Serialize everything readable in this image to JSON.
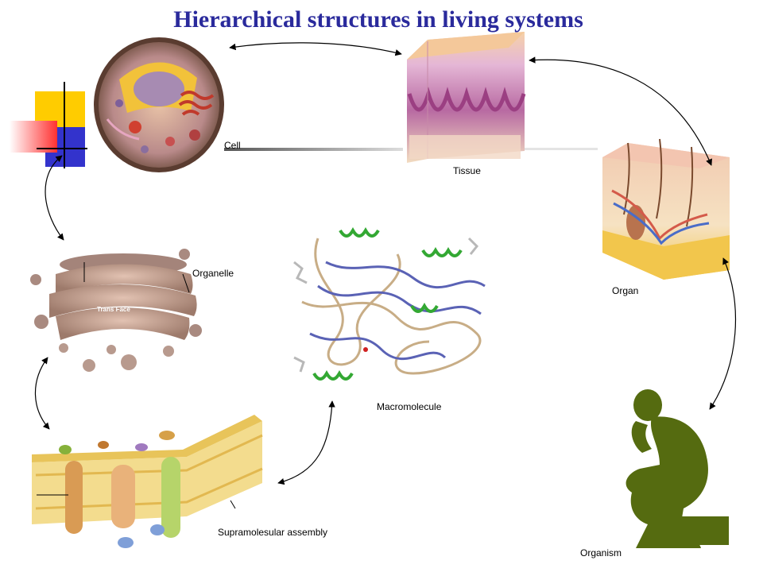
{
  "title": "Hierarchical structures in living systems",
  "labels": {
    "cell": "Cell",
    "tissue": "Tissue",
    "organ": "Organ",
    "organelle": "Organelle",
    "macromolecule": "Macromolecule",
    "supramolecular_assembly": "Supramolesular assembly",
    "organism": "Organism"
  },
  "illustration_labels": {
    "organelle_face": "Trans Face"
  },
  "colors": {
    "title": "#2a2a9c",
    "arrow": "#000000",
    "organism": "#556b10"
  }
}
